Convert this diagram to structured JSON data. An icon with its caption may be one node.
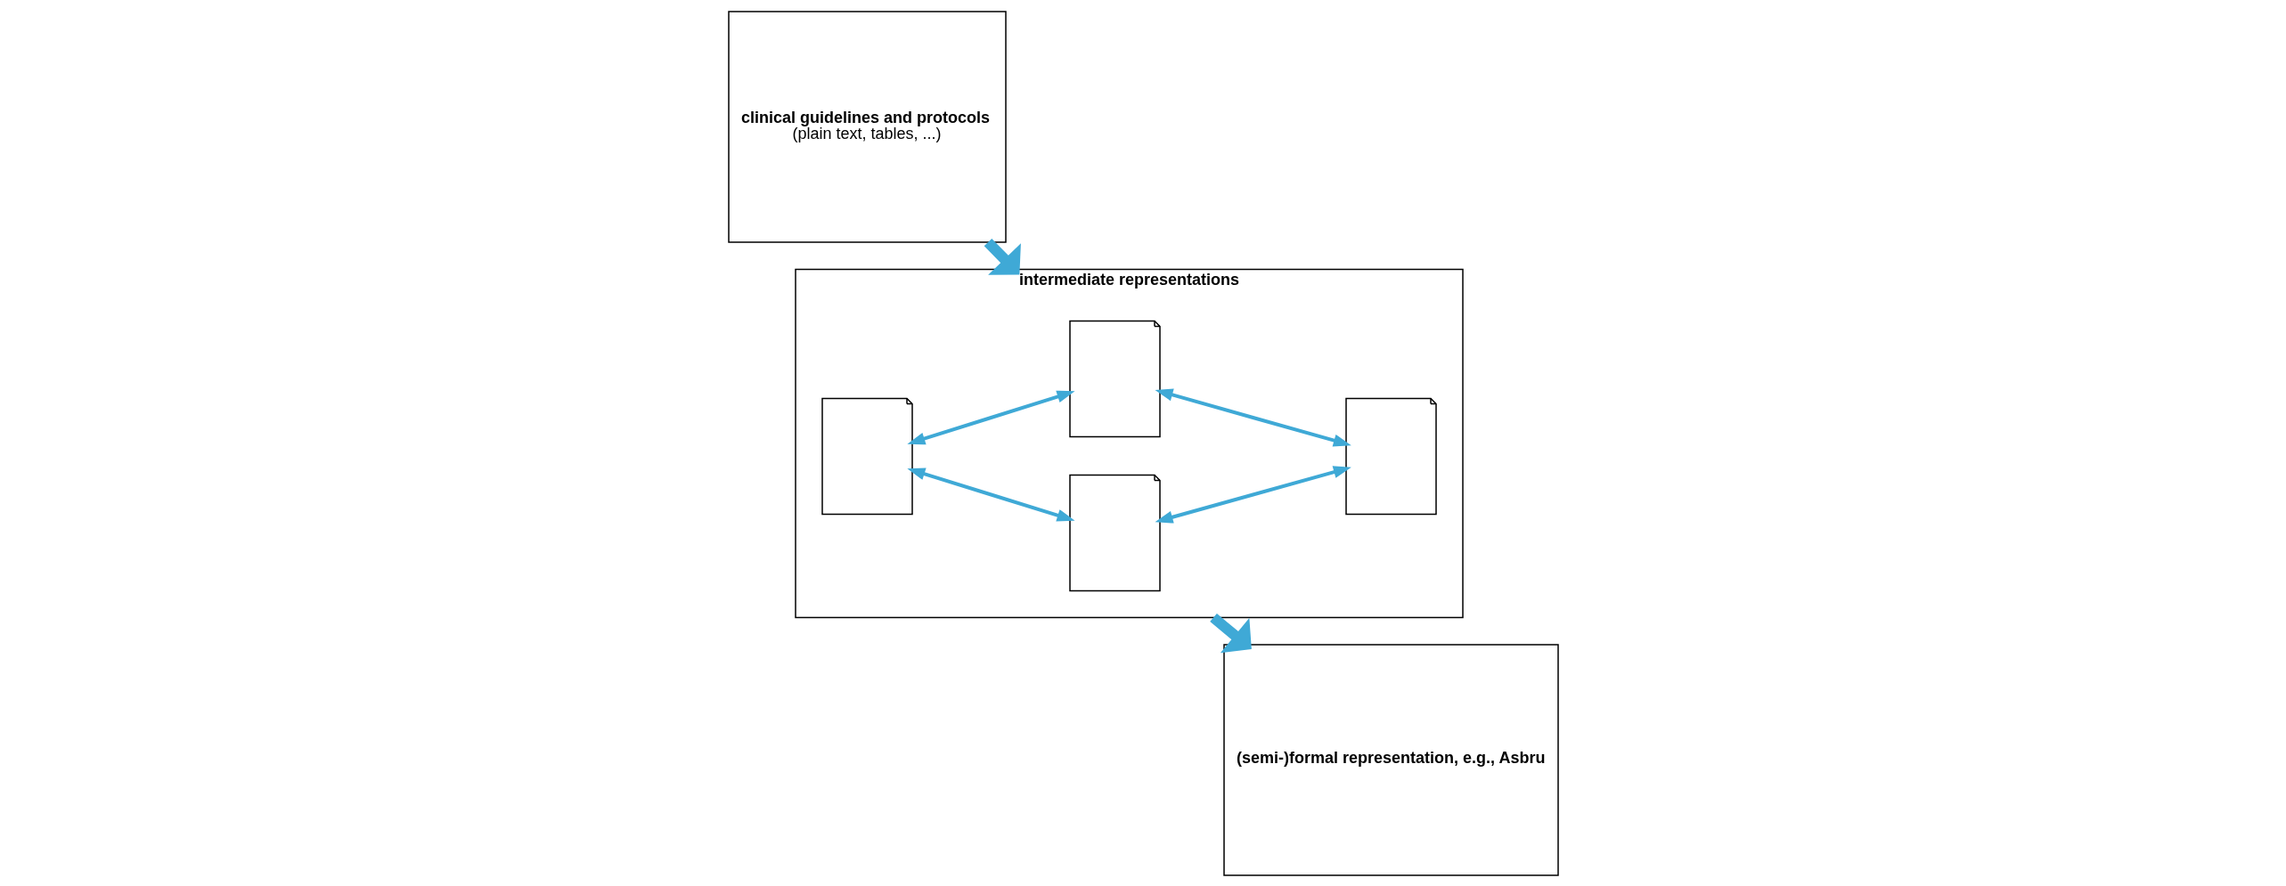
{
  "diagram": {
    "nodes": [
      {
        "text": [
          "clinical guidelines and protocols",
          "(plain text, tables, ...)"
        ]
      },
      {
        "text": [
          "intermediate representations"
        ]
      },
      {
        "text": [],
        "shape": "picture",
        "in": 1
      },
      {
        "text": [],
        "shape": "picture",
        "in": 1
      },
      {
        "text": [],
        "shape": "picture",
        "in": 1
      },
      {
        "text": [],
        "shape": "picture",
        "in": 1
      },
      {
        "text": [
          "(semi-)formal representation, e.g., Asbru"
        ]
      }
    ],
    "edges": [
      {
        "from": 0,
        "to": 1,
        "arrow": "to",
        "style": "thick"
      },
      {
        "from": 3,
        "to": 2,
        "arrow": "both"
      },
      {
        "from": 2,
        "to": 4,
        "arrow": "both"
      },
      {
        "from": 3,
        "to": 5,
        "arrow": "both"
      },
      {
        "from": 5,
        "to": 4,
        "arrow": "both"
      },
      {
        "from": 1,
        "to": 6,
        "arrow": "to",
        "style": "thick"
      }
    ]
  }
}
